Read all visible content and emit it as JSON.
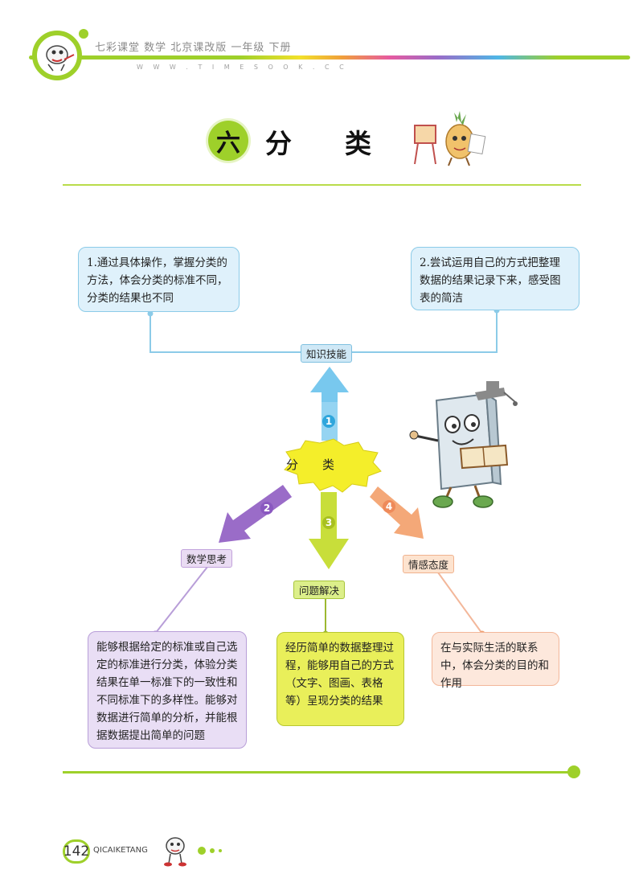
{
  "header": {
    "title": "七彩课堂 数学 北京课改版 一年级 下册",
    "url": "W W W . T I M E S O O K . C C"
  },
  "chapter": {
    "number": "六",
    "title": "分类"
  },
  "mindmap": {
    "center": "分类",
    "knowledge": {
      "label": "知识技能",
      "number": "1",
      "items": [
        "1.通过具体操作，掌握分类的方法，体会分类的标准不同，分类的结果也不同",
        "2.尝试运用自己的方式把整理数据的结果记录下来，感受图表的简洁"
      ]
    },
    "thinking": {
      "label": "数学思考",
      "number": "2",
      "text": "能够根据给定的标准或自己选定的标准进行分类，体验分类结果在单一标准下的一致性和不同标准下的多样性。能够对数据进行简单的分析，并能根据数据提出简单的问题"
    },
    "problem": {
      "label": "问题解决",
      "number": "3",
      "text": "经历简单的数据整理过程，能够用自己的方式（文字、图画、表格等）呈现分类的结果"
    },
    "attitude": {
      "label": "情感态度",
      "number": "4",
      "text": "在与实际生活的联系中，体会分类的目的和作用"
    }
  },
  "footer": {
    "page": "142",
    "brand": "QICAIKETANG"
  },
  "colors": {
    "green": "#9ed02a",
    "blue": "#8ccbe8",
    "purple": "#9a6cc8",
    "yellow": "#d8e43a",
    "orange": "#f0a070"
  }
}
